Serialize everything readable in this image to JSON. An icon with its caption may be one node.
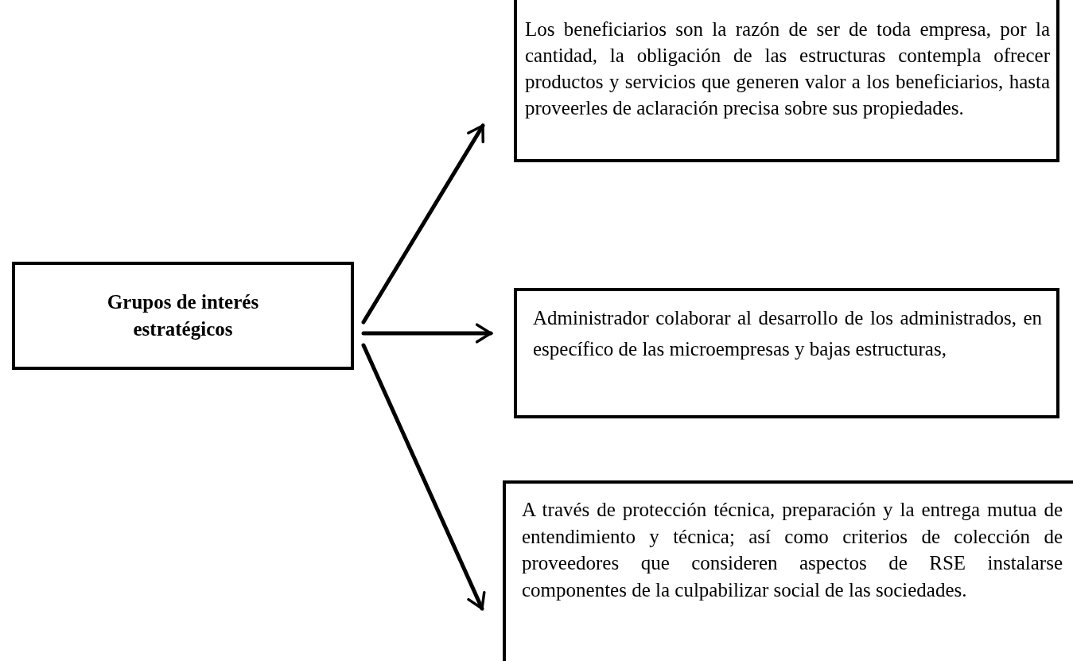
{
  "diagram": {
    "nodes": [
      {
        "text": [
          "Grupos de interés estratégicos"
        ]
      },
      {
        "text": [
          "Los beneficiarios son la razón de ser de toda empresa, por la cantidad, la obligación de las estructuras contempla ofrecer productos y servicios que generen valor a los beneficiarios, hasta proveerles de aclaración precisa sobre sus propiedades."
        ]
      },
      {
        "text": [
          "Administrador colaborar al desarrollo de los administrados, en específico de las microempresas y bajas estructuras,"
        ]
      },
      {
        "text": [
          "A través de protección técnica, preparación y la entrega mutua de entendimiento y técnica; así como criterios de colección de proveedores que consideren aspectos de RSE instalarse componentes de la culpabilizar social de las sociedades."
        ]
      }
    ],
    "edges": [
      {
        "from": 0,
        "to": 1,
        "arrow": "to"
      },
      {
        "from": 0,
        "to": 2,
        "arrow": "to"
      },
      {
        "from": 0,
        "to": 3,
        "arrow": "to"
      }
    ]
  }
}
